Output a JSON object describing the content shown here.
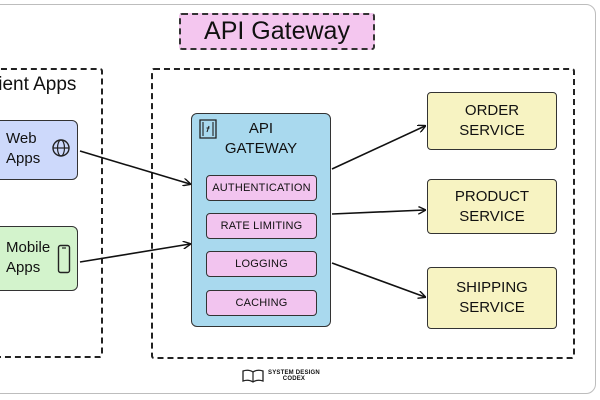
{
  "title": "API Gateway",
  "client_group": {
    "title": "lient Apps",
    "clients": [
      {
        "label": "Web\nApps",
        "icon": "globe-icon"
      },
      {
        "label": "Mobile\nApps",
        "icon": "mobile-phone-icon"
      }
    ]
  },
  "gateway": {
    "title": "API\nGATEWAY",
    "icon": "gateway-door-icon",
    "functions": [
      "AUTHENTICATION",
      "RATE LIMITING",
      "LOGGING",
      "CACHING"
    ]
  },
  "services": [
    "ORDER\nSERVICE",
    "PRODUCT\nSERVICE",
    "SHIPPING\nSERVICE"
  ],
  "footer": {
    "logo_text": "SYSTEM DESIGN\nCODEX",
    "icon": "open-book-icon"
  },
  "colors": {
    "title_fill": "#f4c6ef",
    "web_app_fill": "#cdd9fb",
    "mobile_app_fill": "#d3f3cc",
    "gateway_fill": "#a9d9ee",
    "function_fill": "#f2c4ef",
    "service_fill": "#f7f3c2"
  }
}
